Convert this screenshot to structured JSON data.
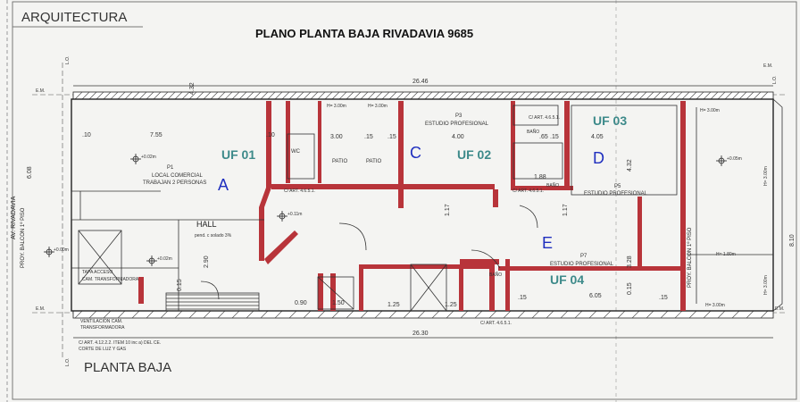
{
  "header": {
    "section": "ARQUITECTURA",
    "title": "PLANO  PLANTA BAJA RIVADAVIA 9685",
    "footer": "PLANTA BAJA"
  },
  "units": {
    "uf01": "UF 01",
    "uf02": "UF 02",
    "uf03": "UF 03",
    "uf04": "UF 04"
  },
  "letters": {
    "a": "A",
    "c": "C",
    "d": "D",
    "e": "E"
  },
  "rooms": {
    "local_code": "P1",
    "local_name": "LOCAL COMERCIAL",
    "local_sub": "TRABAJAN 2 PERSONAS",
    "estudio1_code": "P3",
    "estudio1": "ESTUDIO PROFESIONAL",
    "estudio2_code": "P5",
    "estudio2": "ESTUDIO PROFESIONAL",
    "estudio3_code": "P7",
    "estudio3": "ESTUDIO PROFESIONAL",
    "patio1": "PATIO",
    "patio2": "PATIO",
    "hall": "HALL",
    "wc": "WC",
    "bano1": "BAÑO",
    "bano2": "BAÑO",
    "bano3": "BAÑO",
    "tapa": "TAPA ACCESO",
    "tapa_sub": "CAM. TRANSFORMADORA",
    "vent": "VENTILACION CAM.",
    "vent_sub": "TRANSFORMADORA",
    "street": "AV. RIVADAVIA",
    "balcon_left": "PROY. BALCON 1º PISO",
    "balcon_right": "PROY. BALCON 1º PISO",
    "pend": "pend. c solado 3%"
  },
  "notes": {
    "art1": "C/ ART. 4.6.5.1.",
    "art2": "C/ ART. 4.6.5.1.",
    "art3": "C/ ART. 4.6.5.1.",
    "art4": "C/ ART. 4.6.5.1.",
    "art5": "C/ ART. 4.12.2.2. ITEM 10 inc a) DEL CE.",
    "art5b": "CORTE DE LUZ Y GAS"
  },
  "dims": {
    "top_total": "26.46",
    "bottom_total": "26.30",
    "d_755": "7.55",
    "d_10a": ".10",
    "d_10b": ".10",
    "d_15a": ".15",
    "d_15b": ".15",
    "d_15c": ".15",
    "d_15d": ".15",
    "d_15e": ".15",
    "d_300": "3.00",
    "d_400": "4.00",
    "d_405": "4.05",
    "d_605": "6.05",
    "d_65": ".65",
    "d_188": "1.88",
    "d_150": "1.50",
    "d_125a": "1.25",
    "d_125b": "1.25",
    "d_090": "0.90",
    "d_608": "6.08",
    "d_810": "8.10",
    "d_432a": "4.32",
    "d_432b": "4.32",
    "d_328": "3.28",
    "d_117a": "1.17",
    "d_117b": "1.17",
    "d_015a": "0.15",
    "d_015b": "0.15",
    "d_290": "2.90",
    "h1": "H= 3.00m",
    "h2": "H= 3.00m",
    "h3": "H= 3.00m",
    "h4": "H= 3.00m",
    "h5": "H= 3.00m",
    "h6": "H= 3.00m",
    "h7": "H= 1.80m",
    "lev1": "+0.02m",
    "lev2": "+0.02m",
    "lev3": "+0.11m",
    "lev4": "+0.00m",
    "lev5": "+0.05m",
    "em_tl": "E.M.",
    "em_bl": "E.M.",
    "em_tr": "E.M.",
    "em_br": "E.M.",
    "lo_tl": "L.O.",
    "lo_bl": "L.O.",
    "lo_tr": "L.O."
  }
}
